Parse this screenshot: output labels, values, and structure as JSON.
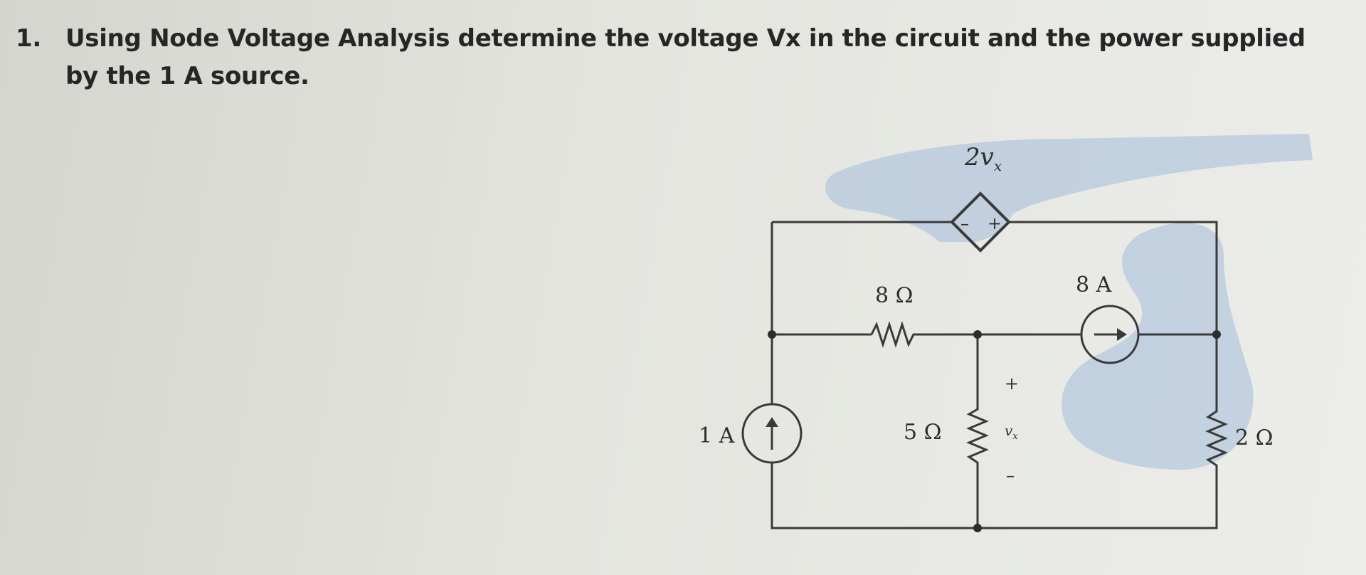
{
  "question": {
    "number": "1.",
    "text": "Using Node Voltage Analysis determine the voltage Vx in the circuit and the power supplied by the 1 A source."
  },
  "circuit": {
    "current_source_1": {
      "label": "1 A"
    },
    "resistor_8": {
      "label": "8 Ω"
    },
    "resistor_5": {
      "label": "5 Ω"
    },
    "resistor_2": {
      "label": "2 Ω"
    },
    "current_source_8": {
      "label": "8 A"
    },
    "dependent_source": {
      "coefficient": "2",
      "variable": "v",
      "subscript": "x",
      "plus": "+",
      "minus": "–"
    },
    "vx_label": {
      "plus": "+",
      "variable": "v",
      "subscript": "x",
      "minus": "–"
    }
  },
  "colors": {
    "wire": "#3a3a3a",
    "highlight": "#a9bfdc"
  }
}
